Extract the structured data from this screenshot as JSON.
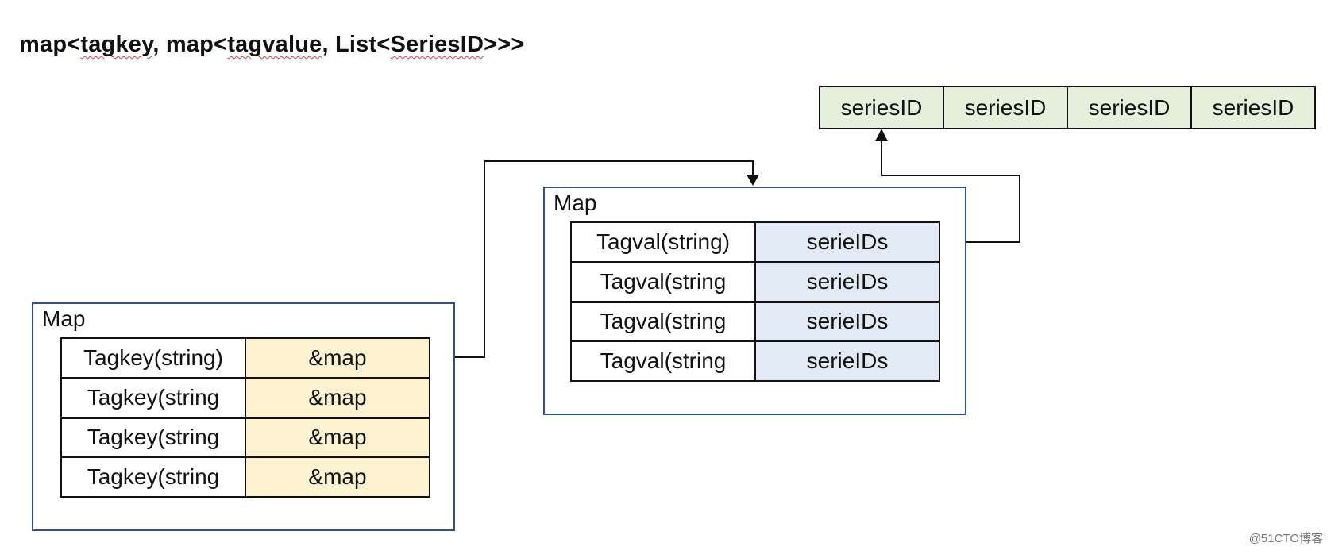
{
  "title": {
    "part1": "map<",
    "part2": "tagkey",
    "part3": ", map<",
    "part4": "tagvalue",
    "part5": ", List<",
    "part6": "SeriesID",
    "part7": ">>>"
  },
  "tagkey_map": {
    "label": "Map",
    "rows": [
      {
        "key": "Tagkey(string)",
        "value": "&map"
      },
      {
        "key": "Tagkey(string",
        "value": "&map"
      },
      {
        "key": "Tagkey(string",
        "value": "&map"
      },
      {
        "key": "Tagkey(string",
        "value": "&map"
      }
    ]
  },
  "tagvalue_map": {
    "label": "Map",
    "rows": [
      {
        "key": "Tagval(string)",
        "value": "serieIDs"
      },
      {
        "key": "Tagval(string",
        "value": "serieIDs"
      },
      {
        "key": "Tagval(string",
        "value": "serieIDs"
      },
      {
        "key": "Tagval(string",
        "value": "serieIDs"
      }
    ]
  },
  "series_list": [
    "seriesID",
    "seriesID",
    "seriesID",
    "seriesID"
  ],
  "colors": {
    "map_border": "#2f4f8f",
    "map_ref_fill": "#fdf2d0",
    "series_ids_fill": "#e2ebf5",
    "series_id_fill": "#e6efdc"
  },
  "watermark": "@51CTO博客"
}
